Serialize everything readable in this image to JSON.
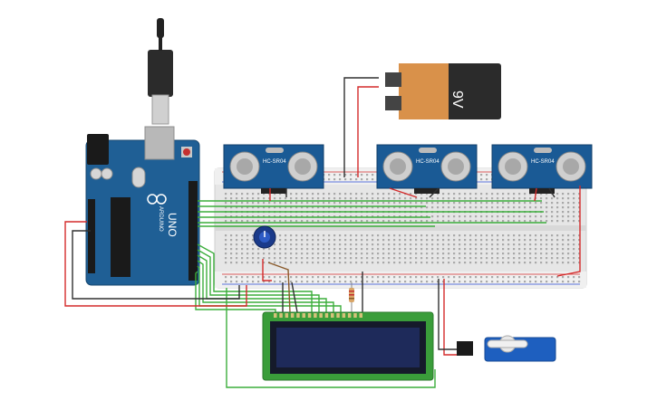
{
  "battery": {
    "label": "9V"
  },
  "sensors": [
    {
      "model": "HC-SR04"
    },
    {
      "model": "HC-SR04"
    },
    {
      "model": "HC-SR04"
    }
  ],
  "arduino": {
    "brand": "ARDUINO",
    "model": "UNO"
  },
  "colors": {
    "wire_green": "#3cae3c",
    "wire_red": "#d42a2a",
    "wire_black": "#303030",
    "wire_brown": "#8a5a2b",
    "board_blue": "#1f5f95",
    "breadboard": "#e8e8e8",
    "lcd_pcb": "#3a9d3a",
    "lcd_screen": "#1e2a5a"
  }
}
